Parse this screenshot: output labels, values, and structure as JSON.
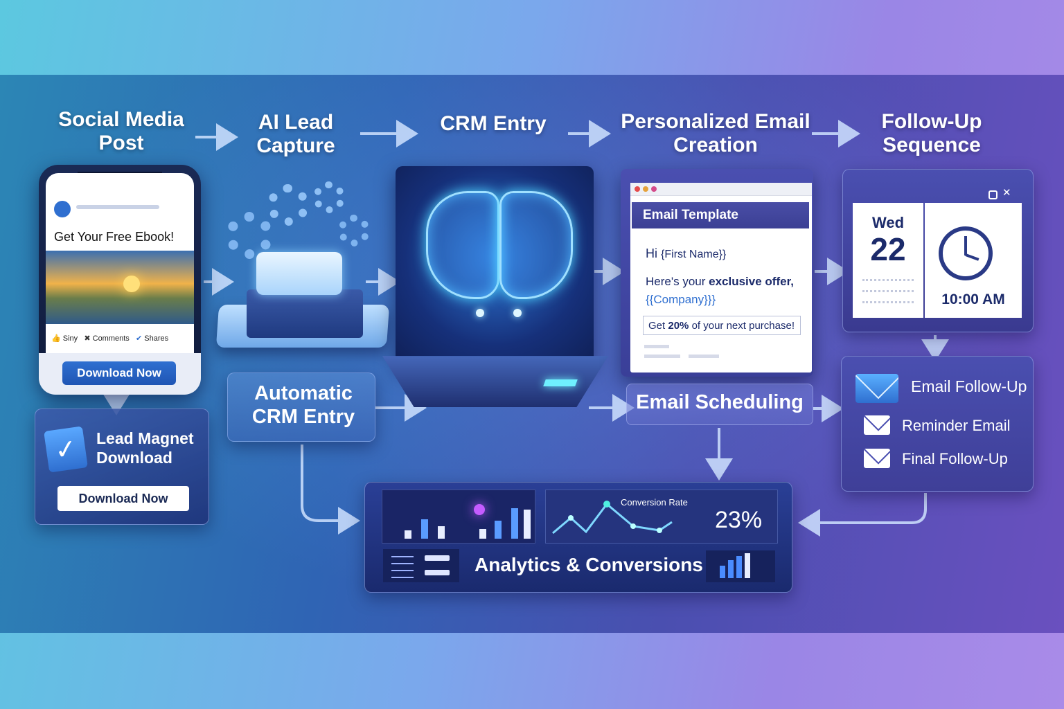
{
  "steps": {
    "social_media_post": "Social Media Post",
    "ai_lead_capture": "AI Lead Capture",
    "crm_entry": "CRM Entry",
    "personalized_email_creation": "Personalized Email Creation",
    "follow_up_sequence": "Follow-Up Sequence"
  },
  "phone_post": {
    "headline": "Get Your Free Ebook!",
    "reactions": [
      "Siny",
      "Comments",
      "Shares"
    ],
    "button": "Download Now"
  },
  "lead_magnet": {
    "title": "Lead Magnet Download",
    "button": "Download Now"
  },
  "automatic_crm_entry": "Automatic CRM Entry",
  "email_template": {
    "header": "Email Template",
    "greeting_prefix": "Hi",
    "greeting_var": "{First Name}}",
    "line1_prefix": "Here's your",
    "line1_bold": "exclusive offer,",
    "company_var": "{{Company}}}",
    "offer_prefix": "Get",
    "offer_bold": "20%",
    "offer_suffix": "of your next purchase!"
  },
  "email_scheduling": "Email Scheduling",
  "calendar": {
    "day": "Wed",
    "date": "22",
    "time": "10:00 AM"
  },
  "follow_ups": [
    "Email Follow-Up",
    "Reminder Email",
    "Final Follow-Up"
  ],
  "analytics": {
    "title": "Analytics & Conversions",
    "conversion_label": "Conversion Rate",
    "conversion_value": "23%"
  },
  "colors": {
    "accent_blue": "#2f6fd0",
    "navy": "#1b2a6a",
    "cyan_glow": "#4fd6ff"
  }
}
